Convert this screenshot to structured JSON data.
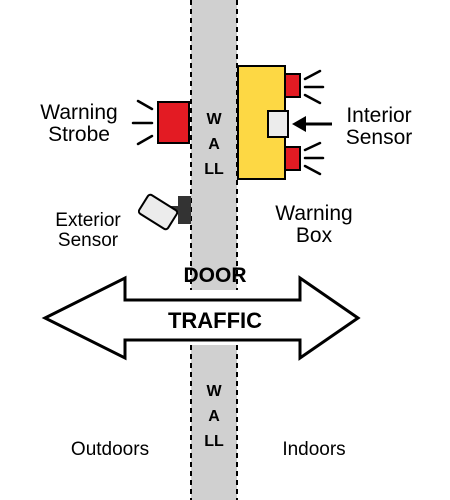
{
  "labels": {
    "warning_strobe": [
      "Warning",
      "Strobe"
    ],
    "interior_sensor": [
      "Interior",
      "Sensor"
    ],
    "exterior_sensor": [
      "Exterior",
      "Sensor"
    ],
    "warning_box": [
      "Warning",
      "Box"
    ],
    "door": "DOOR",
    "traffic": "TRAFFIC",
    "wall_top": "WALL",
    "wall_bottom": "WALL",
    "outdoors": "Outdoors",
    "indoors": "Indoors"
  },
  "colors": {
    "wall": "#d0d0d0",
    "strobe": "#e31b23",
    "warning_box": "#fdd844",
    "sensor_face": "#ececec",
    "outline": "#000000"
  }
}
